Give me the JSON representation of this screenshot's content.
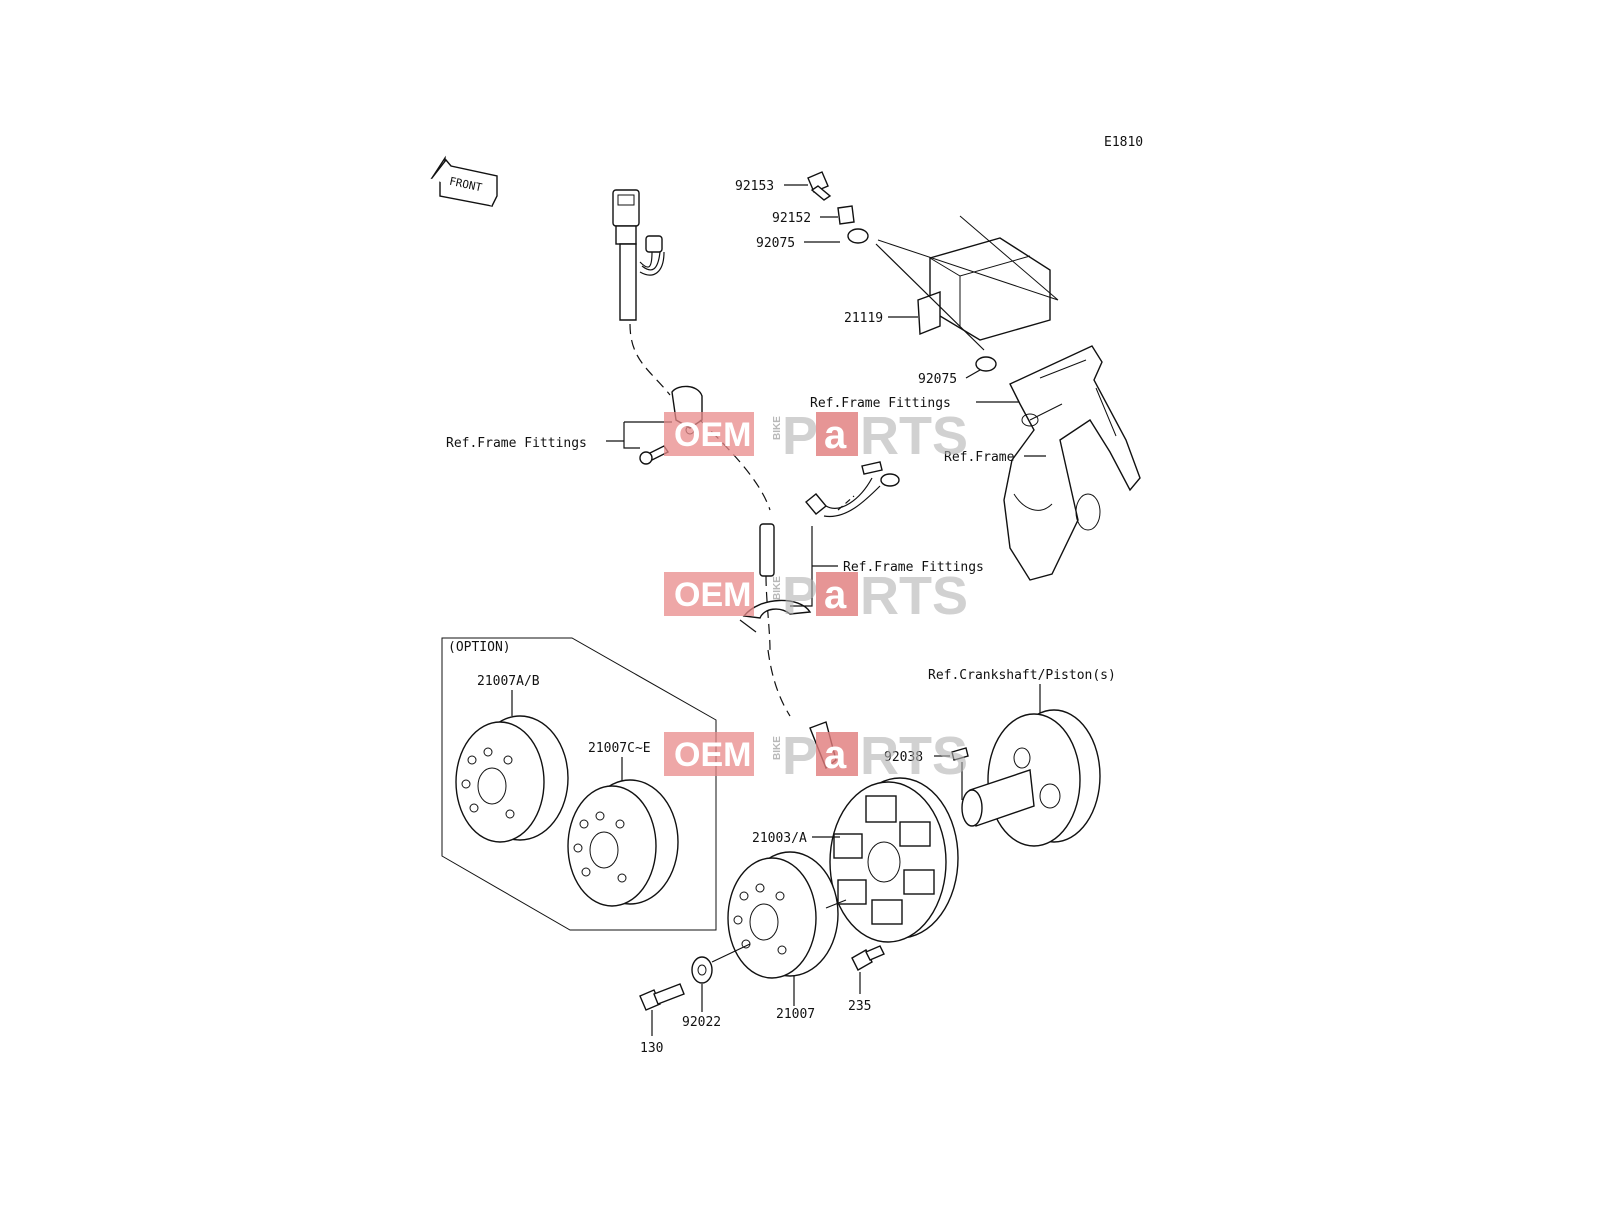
{
  "diagram": {
    "code": "E1810",
    "front_arrow": "FRONT",
    "option_label": "(OPTION)",
    "watermark": {
      "oem": "OEM",
      "bike": "BIKE",
      "parts_p": "P",
      "parts_a": "a",
      "parts_rts": "RTS"
    },
    "refs": {
      "frame_fittings_left": "Ref.Frame Fittings",
      "frame_fittings_right": "Ref.Frame Fittings",
      "frame_fittings_middle": "Ref.Frame Fittings",
      "frame": "Ref.Frame",
      "crankshaft": "Ref.Crankshaft/Piston(s)"
    },
    "parts": {
      "p92153": "92153",
      "p92152": "92152",
      "p92075a": "92075",
      "p21119": "21119",
      "p92075b": "92075",
      "p21007ab": "21007A/B",
      "p21007ce": "21007C~E",
      "p92038": "92038",
      "p21003a": "21003/A",
      "p21007": "21007",
      "p235": "235",
      "p92022": "92022",
      "p130": "130"
    }
  }
}
